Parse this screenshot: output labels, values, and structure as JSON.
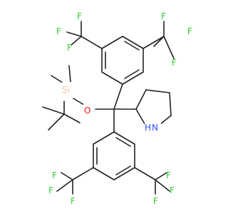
{
  "molecule": {
    "colors": {
      "bond": "#222222",
      "F": "#33cc33",
      "O": "#ff0d0d",
      "Si": "#f0c8a0",
      "N": "#3050f8",
      "H": "#3050f8"
    },
    "atom_labels": {
      "f1": "F",
      "f2": "F",
      "f3": "F",
      "f4": "F",
      "f5": "F",
      "f6": "F",
      "f7": "F",
      "f8": "F",
      "f9": "F",
      "f10": "F",
      "f11": "F",
      "f12": "F",
      "si": "Si",
      "o": "O",
      "n": "N",
      "h": "H"
    }
  }
}
